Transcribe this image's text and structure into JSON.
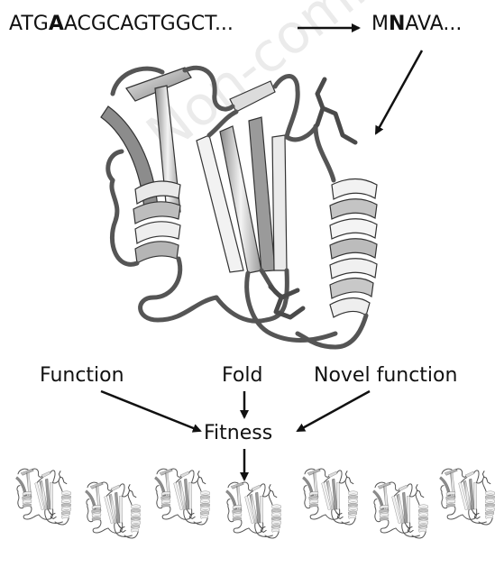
{
  "sequences": {
    "dna": {
      "prefix": "ATG",
      "bold": "A",
      "suffix": "ACGCAGTGGCT..."
    },
    "protein": {
      "prefix": "M",
      "bold": "N",
      "suffix": "AVA..."
    }
  },
  "labels": {
    "function": "Function",
    "fold": "Fold",
    "novel_function": "Novel function",
    "fitness": "Fitness"
  },
  "watermark": "Non-commercial",
  "offspring_count": 7,
  "colors": {
    "ink": "#111111",
    "ribbon_light": "#e6e6e6",
    "ribbon_dark": "#7a7a7a"
  }
}
